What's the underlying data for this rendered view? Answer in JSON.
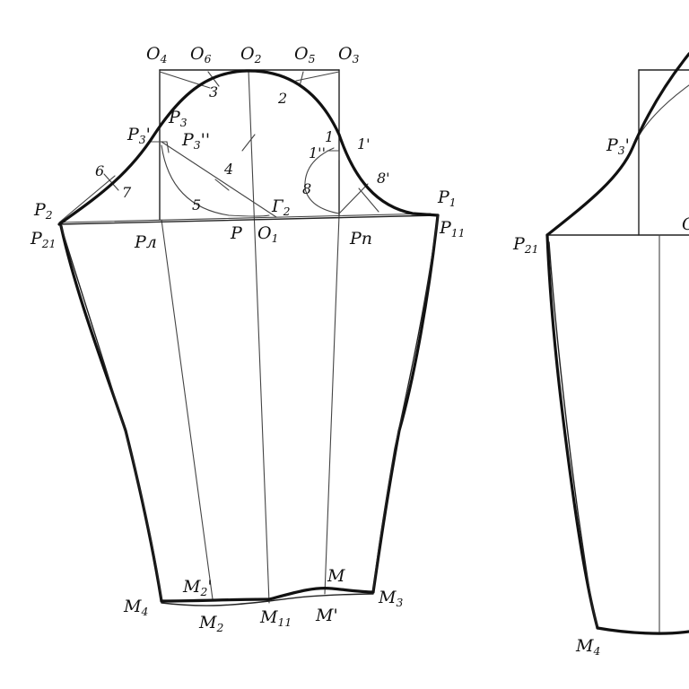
{
  "drawing": {
    "top_points": {
      "o4": "O4",
      "o6": "O6",
      "o2": "O2",
      "o5": "O5",
      "o3": "O3"
    },
    "cap_points": {
      "p3_prime": "P3'",
      "p3": "P3",
      "p3_double": "P3''",
      "p2": "P2",
      "p21": "P21",
      "p1": "P1",
      "p11": "P11",
      "pl": "Pл",
      "pp": "Pп",
      "p": "P",
      "o1": "O1",
      "g2": "Г2"
    },
    "construction_numbers": {
      "n1": "1",
      "n1_prime": "1'",
      "n1_double": "1''",
      "n2": "2",
      "n3": "3",
      "n4": "4",
      "n5": "5",
      "n6": "6",
      "n7": "7",
      "n8": "8",
      "n8_prime": "8'"
    },
    "hem_points": {
      "m4": "M4",
      "m2_prime": "M2'",
      "m2": "M2",
      "m11": "M11",
      "m": "M",
      "m_prime": "M'",
      "m3": "M3"
    },
    "right_sleeve": {
      "p3_prime": "P3'",
      "p21": "P21",
      "m4": "M4",
      "o_partial": "O"
    }
  }
}
